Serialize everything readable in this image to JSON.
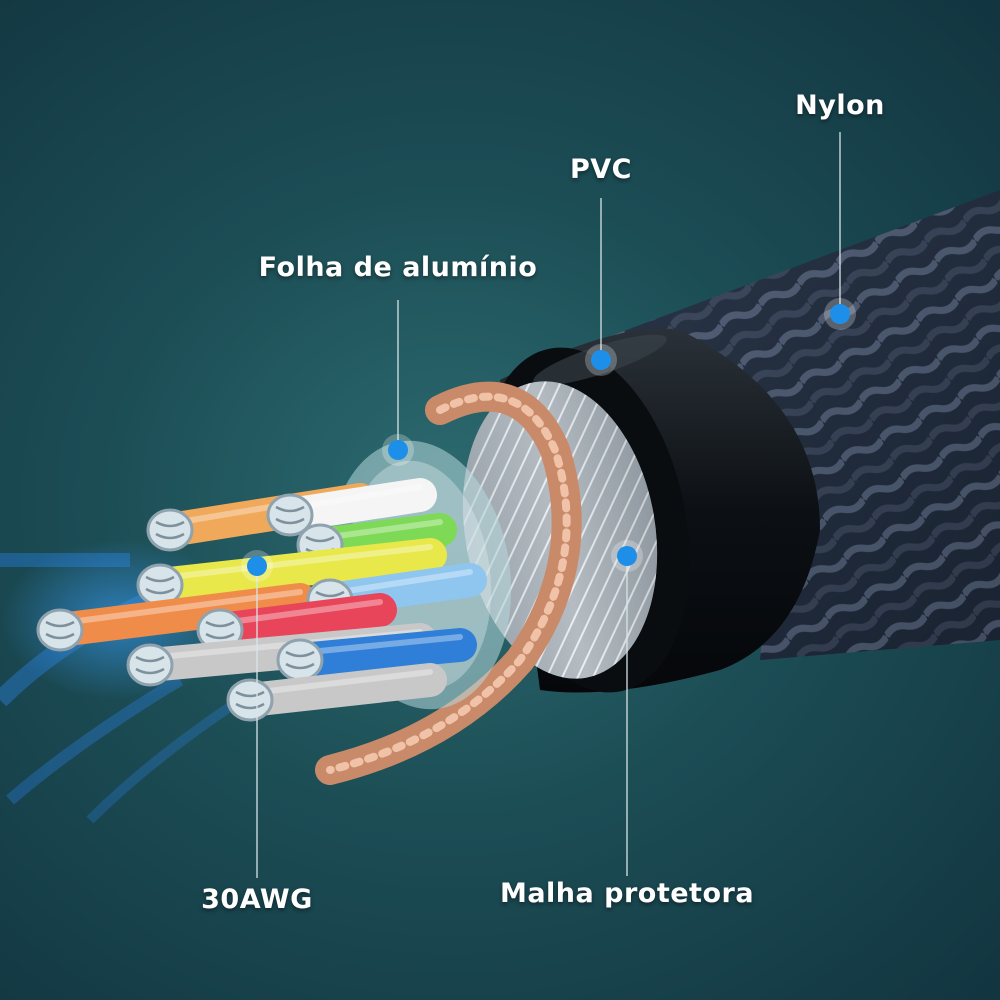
{
  "labels": {
    "nylon": "Nylon",
    "pvc": "PVC",
    "foil": "Folha de alumínio",
    "awg": "30AWG",
    "mesh": "Malha protetora"
  },
  "colors": {
    "marker": "#1e8fe8",
    "leader_line": "#d9e6ea",
    "braid_dark": "#1b2636",
    "braid_light": "#56637a",
    "pvc_jacket": "#101418",
    "copper": "#c98a6a",
    "foil_silver": "#c9cfd4",
    "background": "#1c4d55"
  },
  "wire_colors": [
    "#f0a85a",
    "#7ed957",
    "#e8e84a",
    "#e8455a",
    "#8fc6f0",
    "#2f7fd8",
    "#f5f5f5",
    "#f08c4a",
    "#c8c8c8"
  ]
}
